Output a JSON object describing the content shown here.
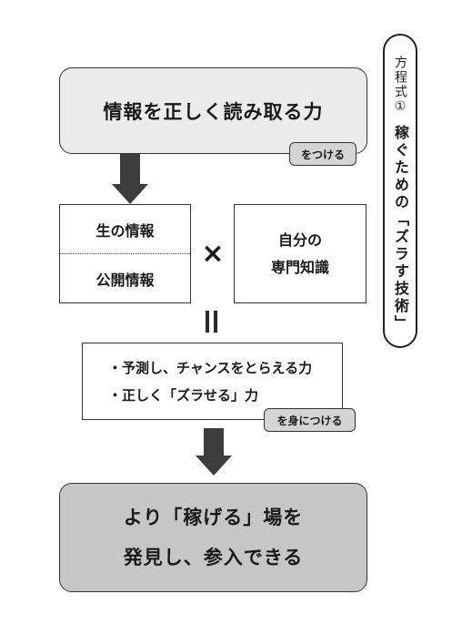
{
  "top_box": {
    "text": "情報を正しく読み取る力",
    "tag": "をつける"
  },
  "left_box": {
    "top_text": "生の情報",
    "bottom_text": "公開情報"
  },
  "operator": "×",
  "right_box": {
    "line1": "自分の",
    "line2": "専門知識"
  },
  "result_box": {
    "item1": "・予測し、チャンスをとらえる力",
    "item2": "・正しく「ズラせる」力",
    "tag": "を身につける"
  },
  "bottom_box": {
    "line1": "より「稼げる」場を",
    "line2": "発見し、参入できる"
  },
  "side_label": {
    "subtitle": "方程式①",
    "title": "稼ぐための「ズラす技術」"
  }
}
